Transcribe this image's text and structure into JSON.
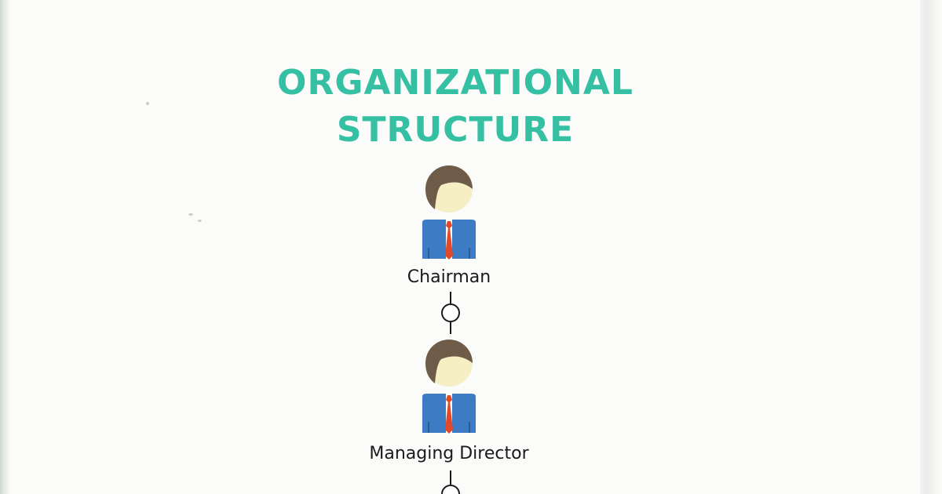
{
  "diagram": {
    "title": "ORGANIZATIONAL STRUCTURE",
    "colors": {
      "title": "#35bfa3",
      "hair": "#6f5c48",
      "face": "#f6efc4",
      "suit": "#3d7cc4",
      "tie": "#e04a2a",
      "line": "#1a1a1a"
    },
    "nodes": [
      {
        "role": "Chairman",
        "icon": "person-icon"
      },
      {
        "role": "Managing Director",
        "icon": "person-icon"
      }
    ]
  }
}
